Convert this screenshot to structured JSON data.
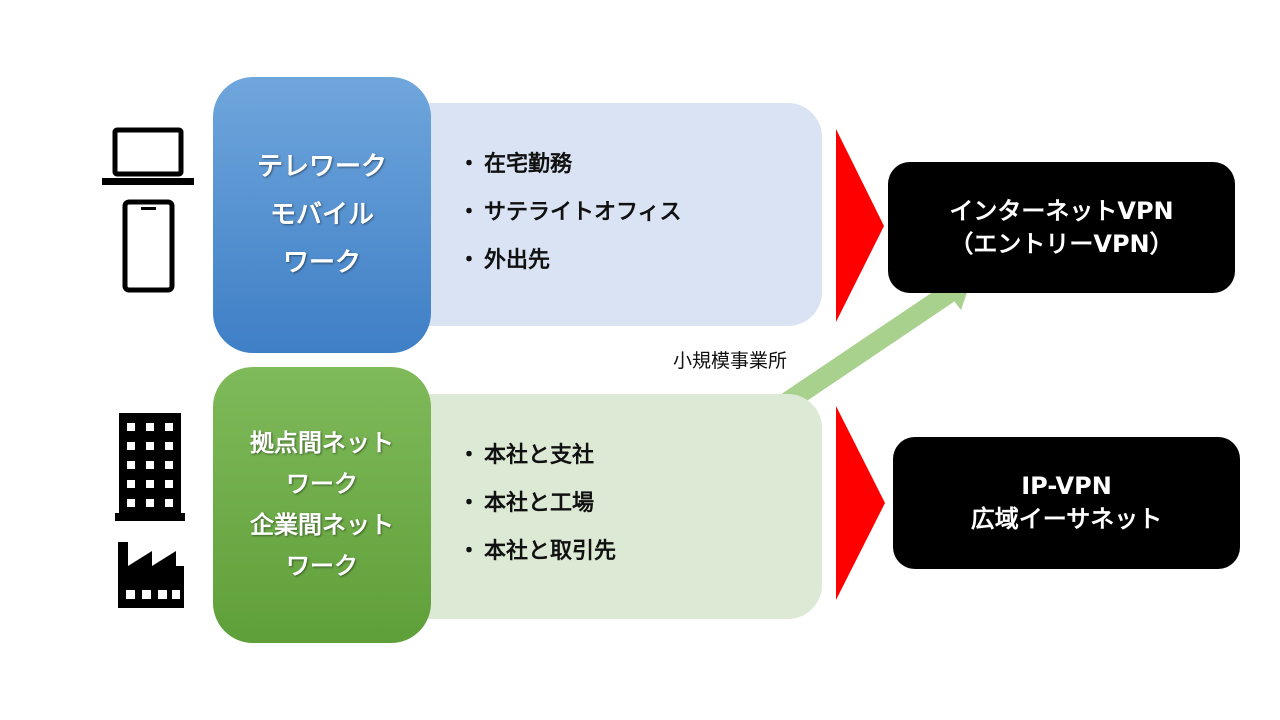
{
  "telework": {
    "title_lines": [
      "テレワーク",
      "モバイル",
      "ワーク"
    ],
    "bullet": "・",
    "items": [
      "在宅勤務",
      "サテライトオフィス",
      "外出先"
    ],
    "color": "#4f8fd1",
    "panel_color": "#dae3f3"
  },
  "site_network": {
    "title_lines": [
      "拠点間ネット",
      "ワーク",
      "企業間ネット",
      "ワーク"
    ],
    "bullet": "・",
    "items": [
      "本社と支社",
      "本社と工場",
      "本社と取引先"
    ],
    "color": "#6aaa44",
    "panel_color": "#dce9d5"
  },
  "small_office_label": "小規模事業所",
  "vpn_internet": {
    "lines": [
      "インターネットVPN",
      "（エントリーVPN）"
    ]
  },
  "vpn_ip": {
    "lines": [
      "IP-VPN",
      "広域イーサネット"
    ]
  },
  "icons": [
    "laptop-icon",
    "smartphone-icon",
    "office-building-icon",
    "factory-icon"
  ],
  "colors": {
    "arrow": "#ff0000",
    "diagonal_arrow": "#a9d18e",
    "vpn_box": "#000000"
  }
}
